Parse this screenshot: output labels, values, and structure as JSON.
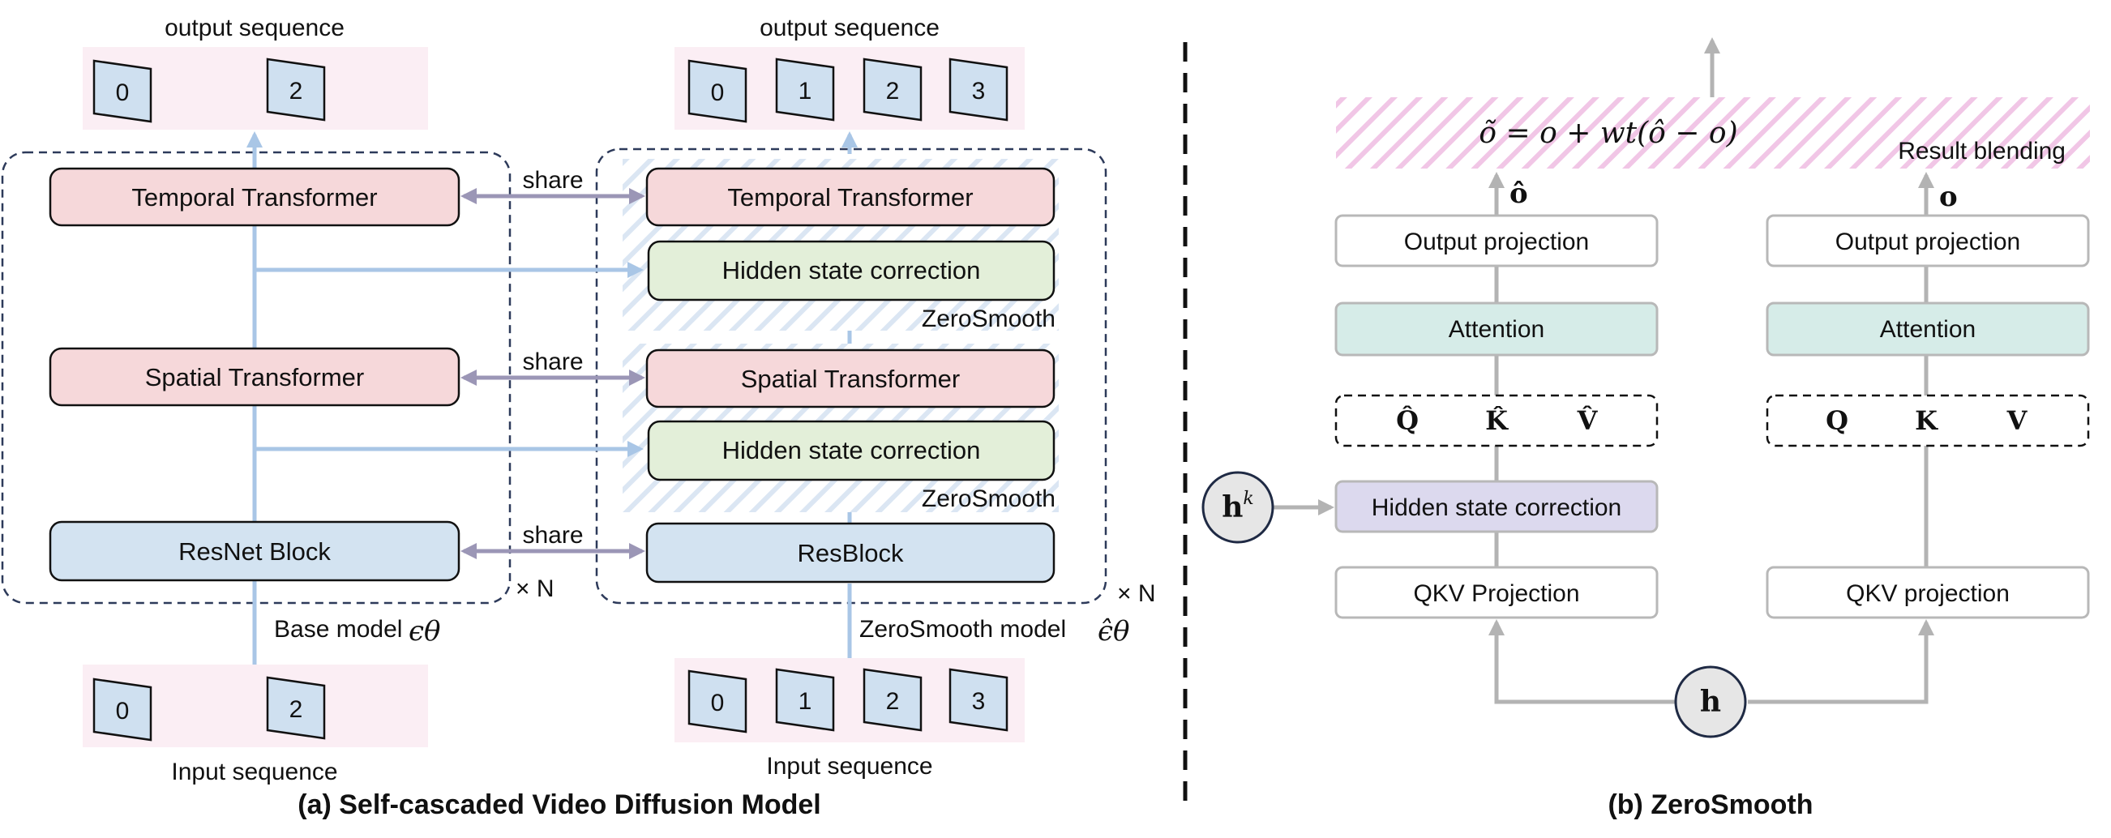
{
  "left": {
    "output_label_base": "output sequence",
    "output_label_zero": "output sequence",
    "input_label_base": "Input sequence",
    "input_label_zero": "Input sequence",
    "base_frames_out": [
      "0",
      "2"
    ],
    "base_frames_in": [
      "0",
      "2"
    ],
    "zero_frames_out": [
      "0",
      "1",
      "2",
      "3"
    ],
    "zero_frames_in": [
      "0",
      "1",
      "2",
      "3"
    ],
    "base_blocks": {
      "temporal": "Temporal Transformer",
      "spatial": "Spatial Transformer",
      "resnet": "ResNet Block"
    },
    "zero_blocks": {
      "temporal": "Temporal Transformer",
      "hidden1": "Hidden state correction",
      "spatial": "Spatial Transformer",
      "hidden2": "Hidden state correction",
      "resblock": "ResBlock"
    },
    "zerosmooth_tag_1": "ZeroSmooth",
    "zerosmooth_tag_2": "ZeroSmooth",
    "share_1": "share",
    "share_2": "share",
    "share_3": "share",
    "times_n_base": "× N",
    "times_n_zero": "× N",
    "base_model_label": "Base model",
    "base_model_symbol": "ϵθ",
    "zero_model_label": "ZeroSmooth model",
    "zero_model_symbol": "ϵ̂θ",
    "caption": "(a) Self-cascaded Video Diffusion Model"
  },
  "right": {
    "blend_formula": "õ = o + wt(ô − o)",
    "result_blending": "Result blending",
    "o_hat": "ô",
    "o": "o",
    "left_col": {
      "output_projection": "Output projection",
      "attention": "Attention",
      "q": "Q̂",
      "k": "K̂",
      "v": "V̂",
      "hidden": "Hidden state correction",
      "qkv": "QKV Projection"
    },
    "right_col": {
      "output_projection": "Output projection",
      "attention": "Attention",
      "q": "Q",
      "k": "K",
      "v": "V",
      "qkv": "QKV projection"
    },
    "hk_label": "hk",
    "h_label": "h",
    "caption": "(b) ZeroSmooth"
  },
  "colors": {
    "temporal_fill": "#f6d8da",
    "hidden_fill": "#e3efd9",
    "resnet_fill": "#d3e3f1",
    "attention_fill": "#d6ece8",
    "hidden_b_fill": "#dcd9ee",
    "frame_bg": "#fbeef4",
    "arrow_blue": "#a9c6e6",
    "arrow_share": "#9b96b6",
    "arrow_gray": "#b3b3b3"
  }
}
